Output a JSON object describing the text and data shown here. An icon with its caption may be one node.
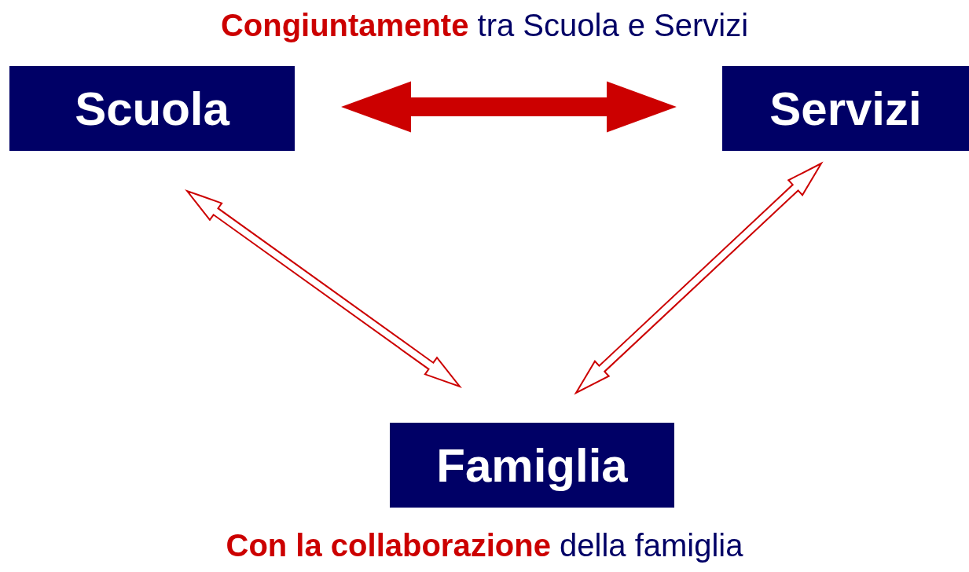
{
  "diagram": {
    "title": "**Congiuntamente** tra Scuola e Servizi",
    "caption": "**Con la collaborazione** della famiglia",
    "nodes": [
      {
        "text": [
          "Scuola"
        ]
      },
      {
        "text": [
          "Servizi"
        ]
      },
      {
        "text": [
          "Famiglia"
        ]
      }
    ],
    "edges": [
      {
        "from": 0,
        "to": 1,
        "arrow": "both",
        "style": "thick"
      },
      {
        "from": 0,
        "to": 2,
        "arrow": "both"
      },
      {
        "from": 1,
        "to": 2,
        "arrow": "both"
      }
    ]
  }
}
